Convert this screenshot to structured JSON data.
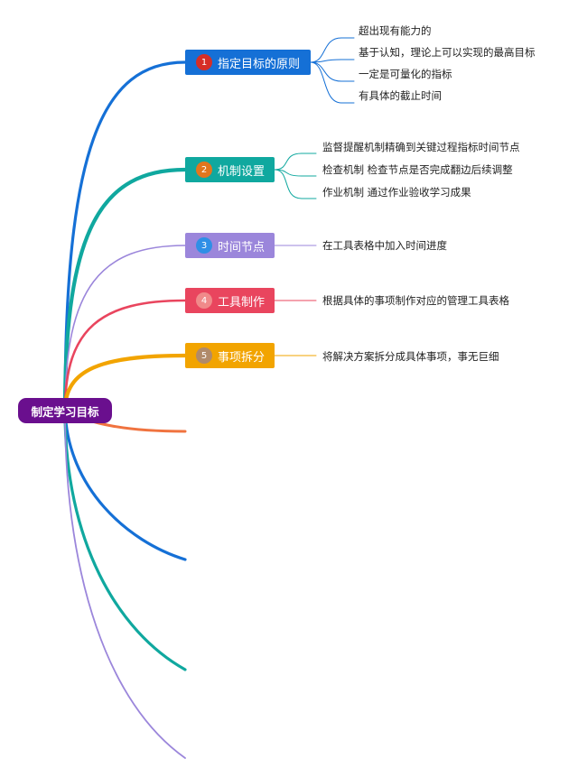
{
  "root": {
    "label": "制定学习目标",
    "color": "#6a0f8e"
  },
  "branches": [
    {
      "label": "指定目标的原则",
      "badge": "1",
      "color": "#1570d6",
      "badge_color": "#d62e26",
      "leaves": [
        "超出现有能力的",
        "基于认知，理论上可以实现的最高目标",
        "一定是可量化的指标",
        "有具体的截止时间"
      ]
    },
    {
      "label": "机制设置",
      "badge": "2",
      "color": "#10a89f",
      "badge_color": "#e2761e",
      "leaves": [
        "监督提醒机制精确到关键过程指标时间节点",
        "检查机制 检查节点是否完成翻边后续调整",
        "作业机制 通过作业验收学习成果"
      ]
    },
    {
      "label": "时间节点",
      "badge": "3",
      "color": "#9b86db",
      "badge_color": "#2f8fe6",
      "leaves": [
        "在工具表格中加入时间进度"
      ]
    },
    {
      "label": "工具制作",
      "badge": "4",
      "color": "#e9455e",
      "badge_color": "#f08a8a",
      "leaves": [
        "根据具体的事项制作对应的管理工具表格"
      ]
    },
    {
      "label": "事项拆分",
      "badge": "5",
      "color": "#f2a400",
      "badge_color": "#b08a6a",
      "leaves": [
        "将解决方案拆分成具体事项，事无巨细"
      ]
    }
  ],
  "empty_branches": [
    {
      "color": "#f0733f"
    },
    {
      "color": "#1570d6"
    },
    {
      "color": "#10a89f"
    },
    {
      "color": "#9b86db"
    }
  ]
}
